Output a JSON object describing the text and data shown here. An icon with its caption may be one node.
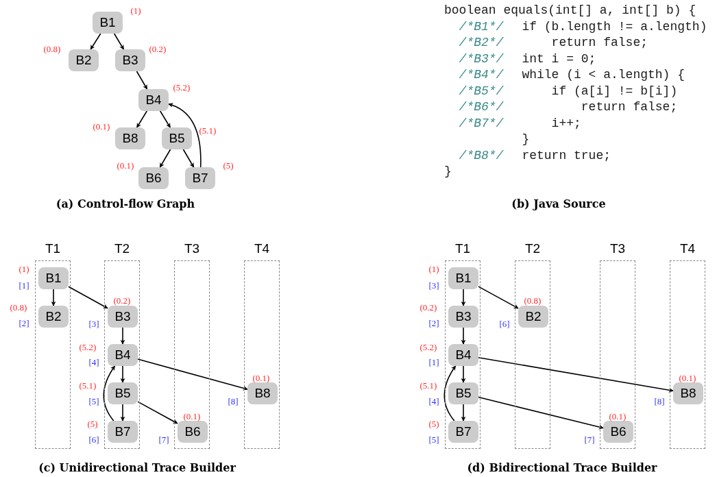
{
  "diagram": {
    "nodes": [
      {
        "text": [
          "B1"
        ],
        "beside": [
          "(1)"
        ]
      },
      {
        "text": [
          "B2"
        ],
        "beside": [
          "(0.8)"
        ]
      },
      {
        "text": [
          "B3"
        ],
        "beside": [
          "(0.2)"
        ]
      },
      {
        "text": [
          "B4"
        ],
        "beside": [
          "(5.2)"
        ]
      },
      {
        "text": [
          "B5"
        ],
        "beside": [
          "(5.1)"
        ]
      },
      {
        "text": [
          "B6"
        ],
        "beside": [
          "(0.1)"
        ]
      },
      {
        "text": [
          "B7"
        ],
        "beside": [
          "(5)"
        ]
      },
      {
        "text": [
          "B8"
        ],
        "beside": [
          "(0.1)"
        ]
      },
      {
        "text": [
          "T1"
        ]
      },
      {
        "text": [
          "T2"
        ]
      },
      {
        "text": [
          "T3"
        ]
      },
      {
        "text": [
          "T4"
        ]
      },
      {
        "text": [
          "B1"
        ],
        "beside": [
          "(1)",
          "[1]"
        ],
        "in": 8
      },
      {
        "text": [
          "B2"
        ],
        "beside": [
          "(0.8)",
          "[2]"
        ],
        "in": 8
      },
      {
        "text": [
          "B3"
        ],
        "beside": [
          "(0.2)",
          "[3]"
        ],
        "in": 9
      },
      {
        "text": [
          "B4"
        ],
        "beside": [
          "(5.2)",
          "[4]"
        ],
        "in": 9
      },
      {
        "text": [
          "B5"
        ],
        "beside": [
          "(5.1)",
          "[5]"
        ],
        "in": 9
      },
      {
        "text": [
          "B6"
        ],
        "beside": [
          "(0.1)",
          "[7]"
        ],
        "in": 10
      },
      {
        "text": [
          "B7"
        ],
        "beside": [
          "(5)",
          "[6]"
        ],
        "in": 9
      },
      {
        "text": [
          "B8"
        ],
        "beside": [
          "(0.1)",
          "[8]"
        ],
        "in": 11
      },
      {
        "text": [
          "T1"
        ]
      },
      {
        "text": [
          "T2"
        ]
      },
      {
        "text": [
          "T3"
        ]
      },
      {
        "text": [
          "T4"
        ]
      },
      {
        "text": [
          "B1"
        ],
        "beside": [
          "(1)",
          "[3]"
        ],
        "in": 20
      },
      {
        "text": [
          "B2"
        ],
        "beside": [
          "(0.8)",
          "[6]"
        ],
        "in": 21
      },
      {
        "text": [
          "B3"
        ],
        "beside": [
          "(0.2)",
          "[2]"
        ],
        "in": 20
      },
      {
        "text": [
          "B4"
        ],
        "beside": [
          "(5.2)",
          "[1]"
        ],
        "in": 20
      },
      {
        "text": [
          "B5"
        ],
        "beside": [
          "(5.1)",
          "[4]"
        ],
        "in": 20
      },
      {
        "text": [
          "B6"
        ],
        "beside": [
          "(0.1)",
          "[7]"
        ],
        "in": 22
      },
      {
        "text": [
          "B7"
        ],
        "beside": [
          "(5)",
          "[5]"
        ],
        "in": 20
      },
      {
        "text": [
          "B8"
        ],
        "beside": [
          "(0.1)",
          "[8]"
        ],
        "in": 23
      }
    ],
    "edges": [
      {
        "from": 0,
        "to": 1,
        "arrow": "to"
      },
      {
        "from": 0,
        "to": 2,
        "arrow": "to"
      },
      {
        "from": 2,
        "to": 3,
        "arrow": "to"
      },
      {
        "from": 3,
        "to": 7,
        "arrow": "to"
      },
      {
        "from": 3,
        "to": 4,
        "arrow": "to"
      },
      {
        "from": 4,
        "to": 5,
        "arrow": "to"
      },
      {
        "from": 4,
        "to": 6,
        "arrow": "to"
      },
      {
        "from": 6,
        "to": 3,
        "arrow": "to"
      },
      {
        "from": 12,
        "to": 13,
        "arrow": "to"
      },
      {
        "from": 12,
        "to": 14,
        "arrow": "to"
      },
      {
        "from": 14,
        "to": 15,
        "arrow": "to"
      },
      {
        "from": 15,
        "to": 16,
        "arrow": "to"
      },
      {
        "from": 16,
        "to": 18,
        "arrow": "to"
      },
      {
        "from": 18,
        "to": 15,
        "arrow": "to"
      },
      {
        "from": 15,
        "to": 19,
        "arrow": "to"
      },
      {
        "from": 16,
        "to": 17,
        "arrow": "to"
      },
      {
        "from": 24,
        "to": 26,
        "arrow": "to"
      },
      {
        "from": 24,
        "to": 25,
        "arrow": "to"
      },
      {
        "from": 26,
        "to": 27,
        "arrow": "to"
      },
      {
        "from": 27,
        "to": 28,
        "arrow": "to"
      },
      {
        "from": 28,
        "to": 30,
        "arrow": "to"
      },
      {
        "from": 30,
        "to": 27,
        "arrow": "to"
      },
      {
        "from": 27,
        "to": 31,
        "arrow": "to"
      },
      {
        "from": 28,
        "to": 29,
        "arrow": "to"
      }
    ],
    "labels": [
      "boolean equals(int[] a, int[] b) {",
      "/*B1*/",
      "if (b.length != a.length)",
      "/*B2*/",
      "return false;",
      "/*B3*/",
      "int i = 0;",
      "/*B4*/",
      "while (i < a.length) {",
      "/*B5*/",
      "if (a[i] != b[i])",
      "/*B6*/",
      "return false;",
      "/*B7*/",
      "i++;",
      "}",
      "/*B8*/",
      "return true;",
      "}",
      "(a) Control-flow Graph",
      "(b) Java Source",
      "(c) Unidirectional Trace Builder",
      "(d) Bidirectional Trace Builder"
    ]
  }
}
